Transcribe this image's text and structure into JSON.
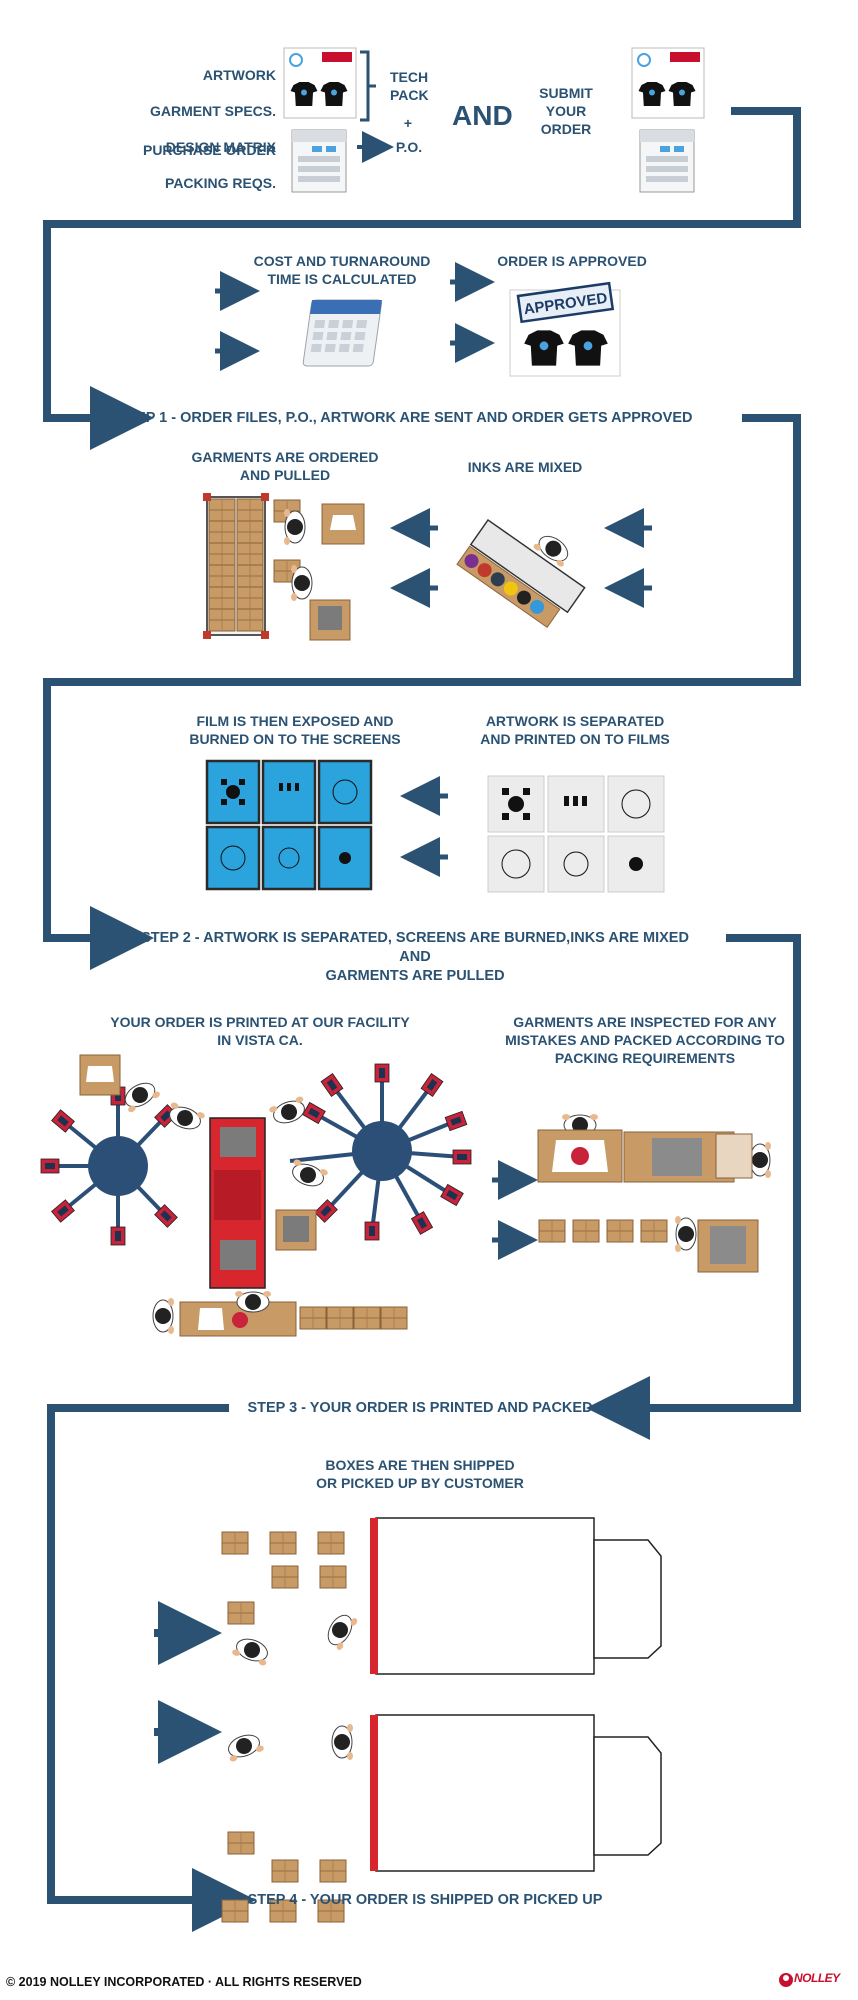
{
  "intro": {
    "left_items": [
      "ARTWORK",
      "GARMENT SPECS.",
      "DESIGN MATRIX",
      "PACKING REQS."
    ],
    "purchase_order": "PURCHASE ORDER",
    "tech_pack": "TECH\nPACK",
    "plus": "+",
    "po": "P.O.",
    "and": "AND",
    "submit": "SUBMIT\nYOUR\nORDER"
  },
  "stage1": {
    "cost_label": "COST AND TURNAROUND\nTIME IS CALCULATED",
    "approved_label": "ORDER IS APPROVED",
    "stamp": "APPROVED",
    "step": "STEP 1 - ORDER FILES, P.O., ARTWORK ARE SENT AND ORDER GETS APPROVED"
  },
  "stage2": {
    "garments_label": "GARMENTS ARE ORDERED\nAND PULLED",
    "inks_label": "INKS ARE MIXED",
    "film_label": "FILM IS THEN EXPOSED AND\nBURNED ON TO THE SCREENS",
    "artwork_label": "ARTWORK IS SEPARATED\nAND PRINTED ON TO FILMS",
    "step": "STEP 2 - ARTWORK IS SEPARATED, SCREENS ARE BURNED,INKS ARE MIXED AND\nGARMENTS ARE PULLED"
  },
  "stage3": {
    "printed_label": "YOUR ORDER IS PRINTED AT OUR FACILITY\nIN VISTA CA.",
    "inspected_label": "GARMENTS ARE INSPECTED FOR ANY\nMISTAKES AND PACKED ACCORDING TO\nPACKING REQUIREMENTS",
    "step": "STEP 3 - YOUR ORDER IS PRINTED AND PACKED"
  },
  "stage4": {
    "shipped_label": "BOXES ARE THEN SHIPPED\nOR PICKED UP BY CUSTOMER",
    "step": "STEP 4 - YOUR ORDER IS SHIPPED OR PICKED UP"
  },
  "footer": {
    "copyright": "© 2019 NOLLEY INCORPORATED · ALL RIGHTS RESERVED",
    "brand": "NOLLEY"
  },
  "colors": {
    "accent": "#2b5272",
    "box": "#c89a66",
    "box_dark": "#8a6238",
    "screen_blue": "#2ba3dc",
    "press_blue": "#2c4f77",
    "press_red": "#c8233a",
    "brand_red": "#c8102e"
  }
}
